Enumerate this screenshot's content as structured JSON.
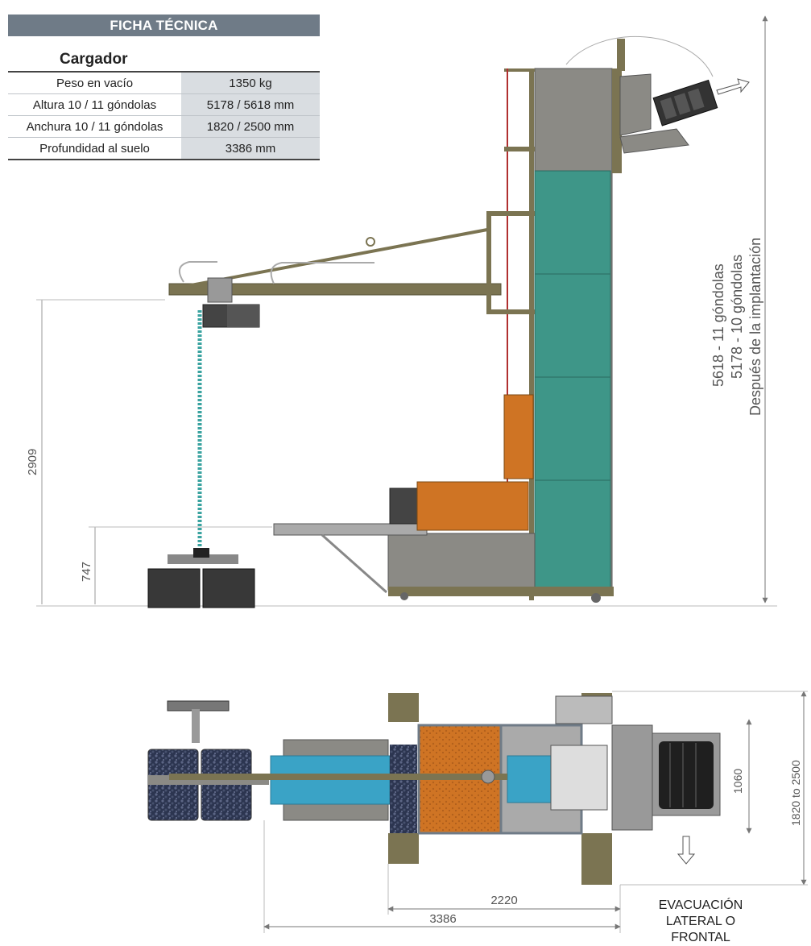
{
  "header": {
    "title": "FICHA TÉCNICA"
  },
  "spec": {
    "subtitle": "Cargador",
    "rows": [
      {
        "label": "Peso en vacío",
        "value": "1350 kg"
      },
      {
        "label": "Altura 10 / 11 góndolas",
        "value": "5178 / 5618 mm"
      },
      {
        "label": "Anchura 10 / 11 góndolas",
        "value": "1820 / 2500 mm"
      },
      {
        "label": "Profundidad al suelo",
        "value": "3386 mm"
      }
    ]
  },
  "side_view": {
    "height_label_1": "5618 - 11 góndolas",
    "height_label_2": "5178 - 10 góndolas",
    "height_label_3": "Después de la implantación",
    "dim_hook_height": "2909",
    "dim_gondola_height": "747"
  },
  "top_view": {
    "dim_inner_width": "1060",
    "dim_total_width": "1820 to 2500",
    "dim_base_length": "2220",
    "dim_total_depth": "3386",
    "evacuation_line1": "EVACUACIÓN",
    "evacuation_line2": "LATERAL O FRONTAL"
  },
  "colors": {
    "frame": "#7b7452",
    "conveyor": "#3e9688",
    "hopper": "#cf7424",
    "belt_top": "#3aa3c6",
    "banner": "#6f7b87",
    "dimension_line": "#777777"
  }
}
